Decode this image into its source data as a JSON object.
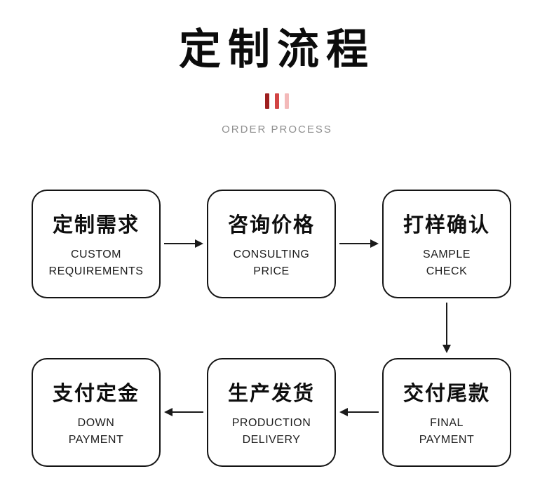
{
  "header": {
    "title": "定制流程",
    "subtitle": "ORDER PROCESS",
    "accent_colors": {
      "dark": "#9e1f1f",
      "medium": "#d24444",
      "light": "#f3b9b9"
    }
  },
  "steps": [
    {
      "cn": "定制需求",
      "en1": "CUSTOM",
      "en2": "REQUIREMENTS"
    },
    {
      "cn": "咨询价格",
      "en1": "CONSULTING",
      "en2": "PRICE"
    },
    {
      "cn": "打样确认",
      "en1": "SAMPLE",
      "en2": "CHECK"
    },
    {
      "cn": "支付定金",
      "en1": "DOWN",
      "en2": "PAYMENT"
    },
    {
      "cn": "生产发货",
      "en1": "PRODUCTION",
      "en2": "DELIVERY"
    },
    {
      "cn": "交付尾款",
      "en1": "FINAL",
      "en2": "PAYMENT"
    }
  ]
}
